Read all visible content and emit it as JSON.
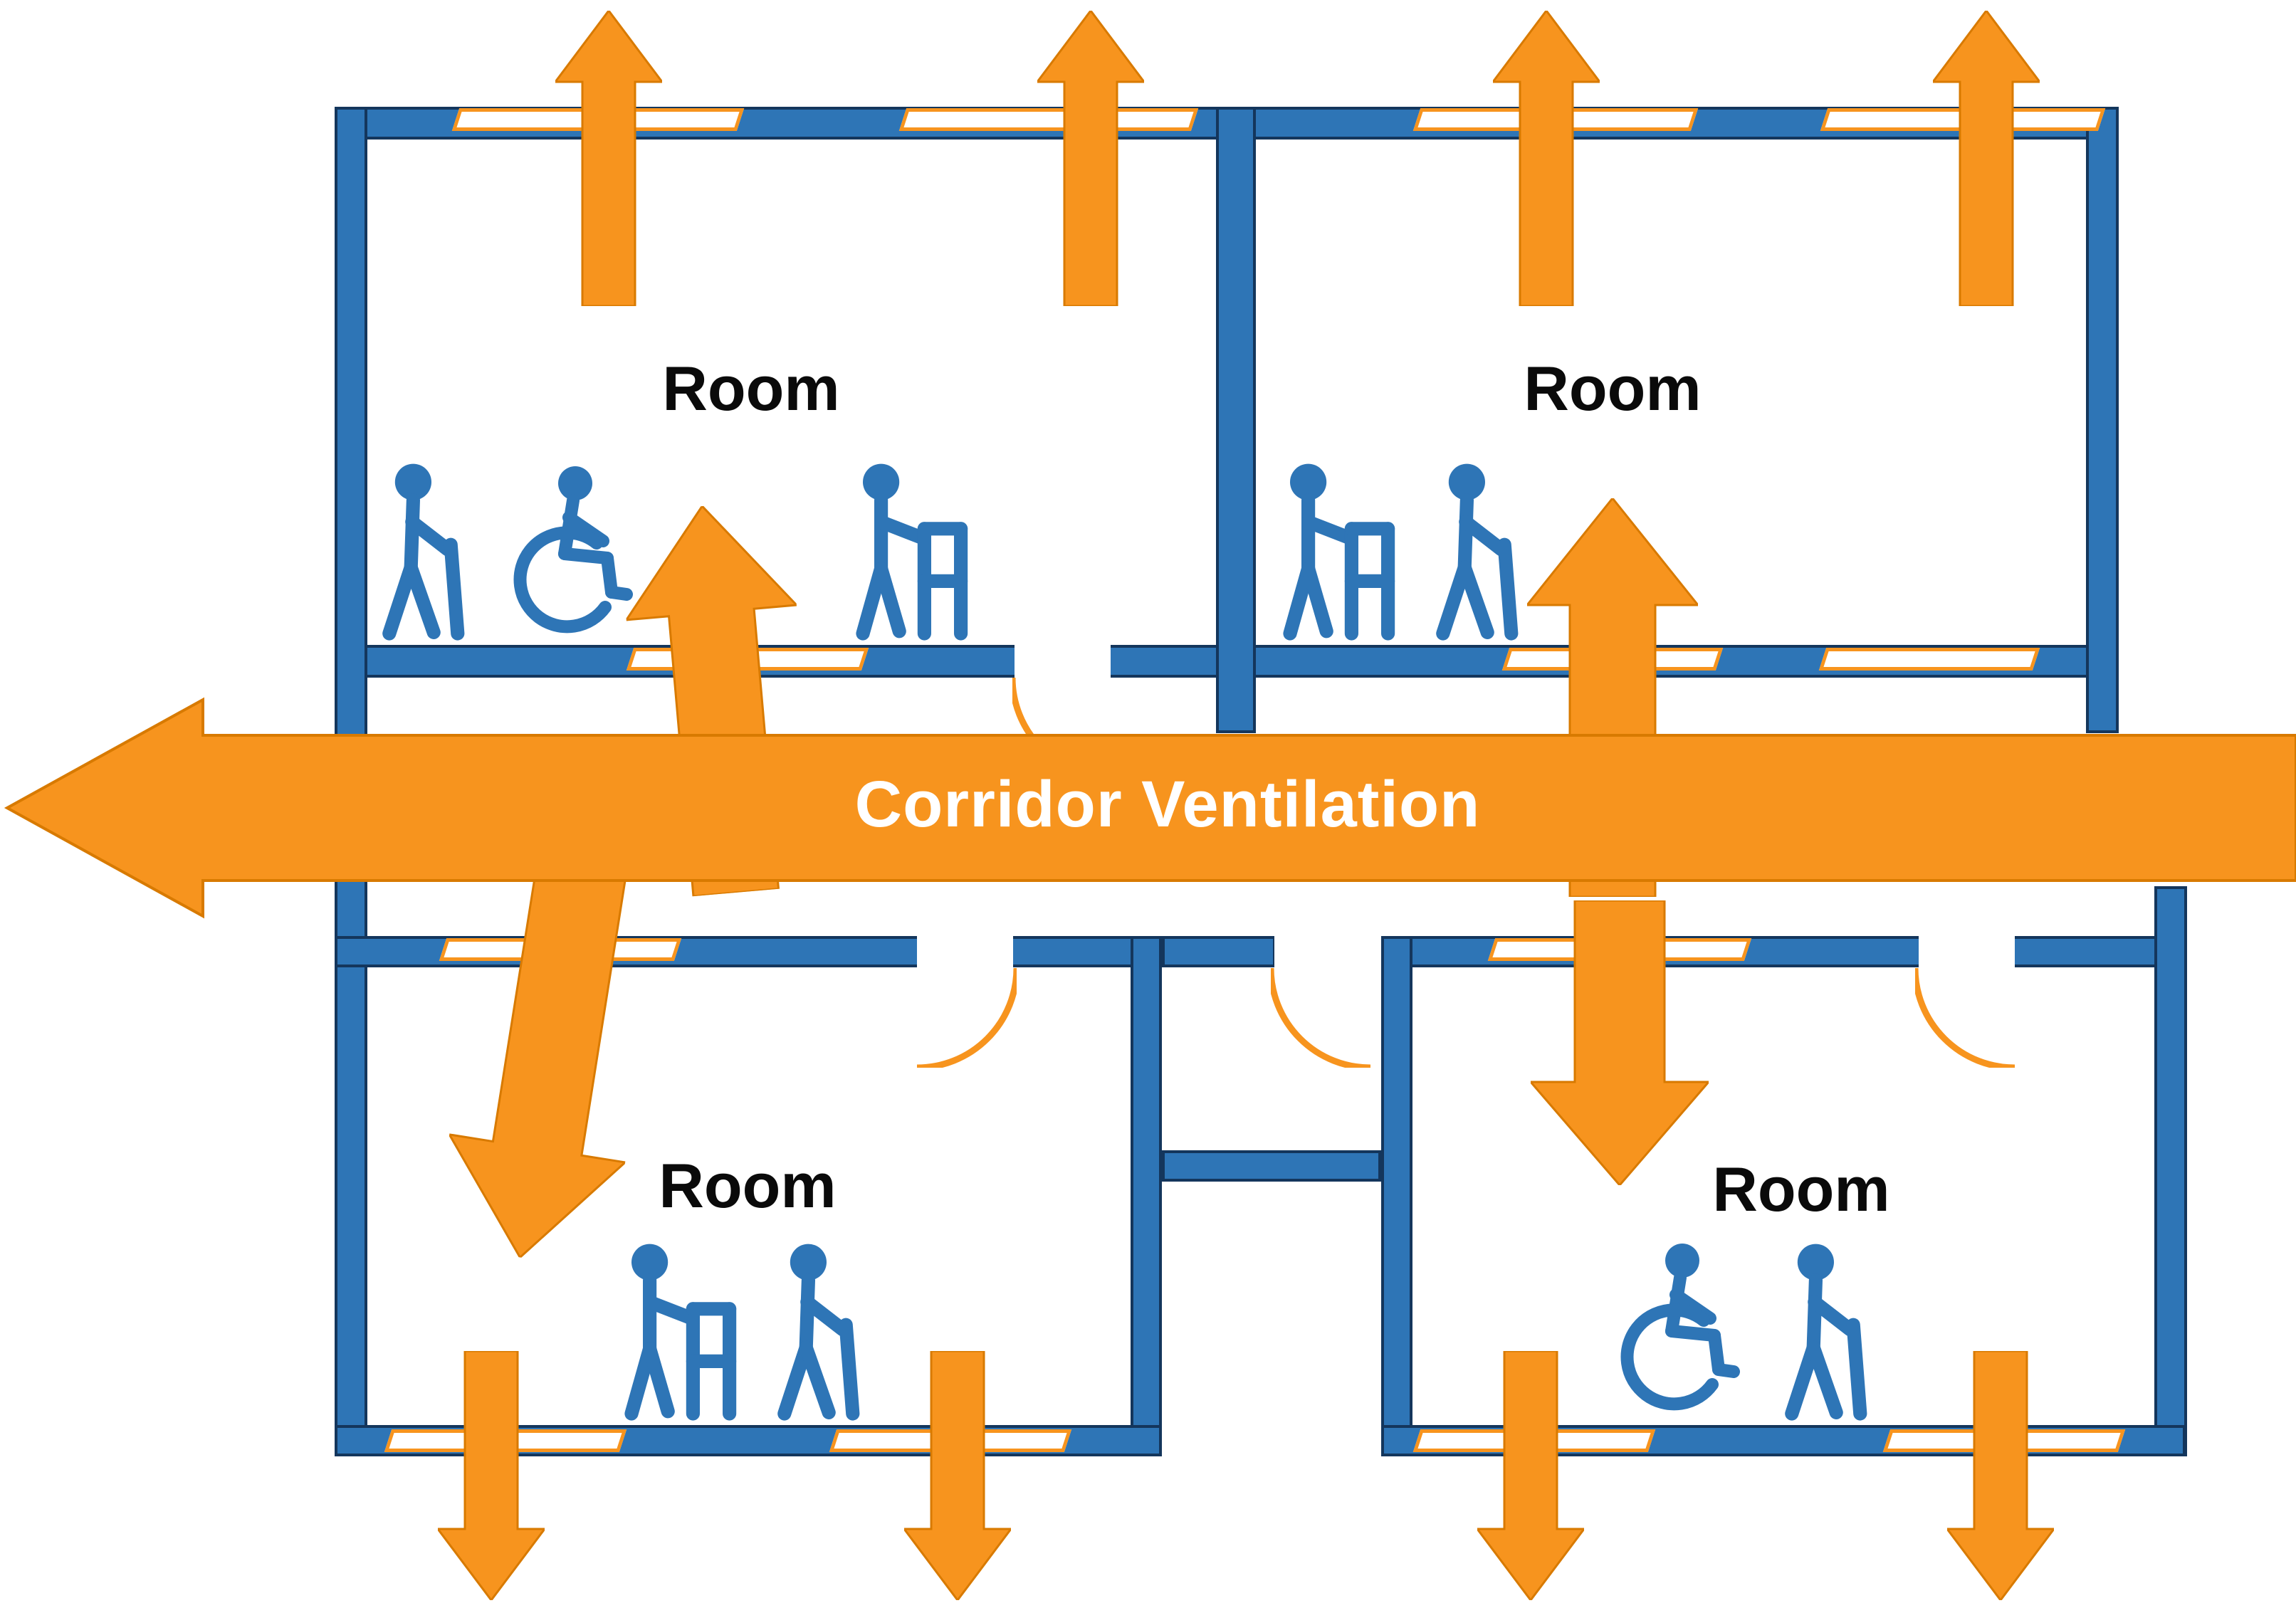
{
  "diagram": {
    "type": "ventilation-floor-plan",
    "corridor": {
      "label": "Corridor Ventilation",
      "flow_direction": "right-to-left"
    },
    "rooms": [
      {
        "position": "top-left",
        "label": "Room",
        "occupants": [
          "person-with-cane",
          "wheelchair-user",
          "person-with-walker"
        ]
      },
      {
        "position": "top-right",
        "label": "Room",
        "occupants": [
          "person-with-walker",
          "person-with-cane"
        ]
      },
      {
        "position": "bottom-left",
        "label": "Room",
        "occupants": [
          "person-with-walker",
          "person-with-cane"
        ]
      },
      {
        "position": "bottom-right",
        "label": "Room",
        "occupants": [
          "wheelchair-user",
          "person-with-cane"
        ]
      }
    ],
    "airflow": {
      "window_exhaust_arrows_top_rooms": 4,
      "window_exhaust_arrows_bottom_rooms": 4,
      "corridor_to_room_arrows": 4,
      "corridor_flow": "right-to-left"
    },
    "colors": {
      "airflow_orange": "#F7941E",
      "arrow_outline": "#D87A00",
      "wall_blue": "#2E75B6",
      "wall_outline_navy": "#14365C",
      "person_blue": "#2E75B6",
      "room_label_color": "#0A0A0A",
      "corridor_label_color": "#FFFFFF"
    }
  }
}
